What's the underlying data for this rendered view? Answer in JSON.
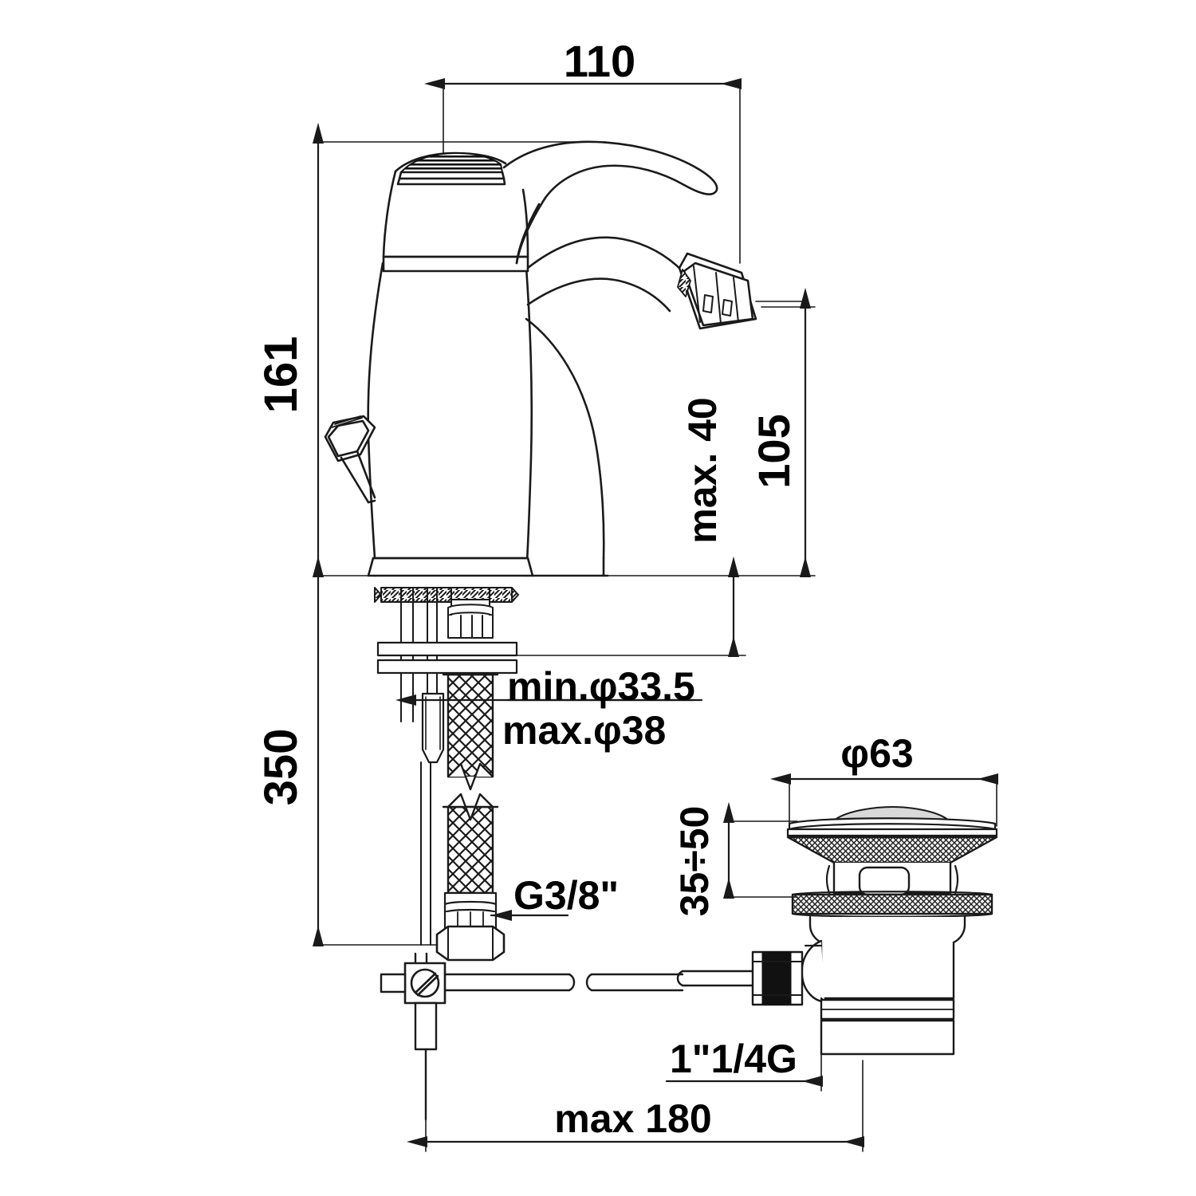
{
  "drawing": {
    "title": "Bidet single-lever mixer with pop-up waste — dimensioned technical drawing",
    "units": "mm",
    "line_color": "#1a1a1a",
    "text_color": "#000000",
    "background": "#ffffff"
  },
  "dimensions": {
    "spout_reach": "110",
    "total_height": "161",
    "spout_height": "105",
    "max_thickness": "max. 40",
    "hose_length": "350",
    "hole_min_dia": "min.φ33.5",
    "hole_max_dia": "max.φ38",
    "hose_thread": "G3/8\"",
    "waste_cap_dia": "φ63",
    "waste_bench_range": "35÷50",
    "waste_thread": "1\"1/4G",
    "rod_max_length": "max 180"
  },
  "labels": [
    {
      "id": "dim-110",
      "text": "110",
      "rotated": false
    },
    {
      "id": "dim-161",
      "text": "161",
      "rotated": true
    },
    {
      "id": "dim-350",
      "text": "350",
      "rotated": true
    },
    {
      "id": "dim-max-40",
      "text": "max. 40",
      "rotated": true
    },
    {
      "id": "dim-105",
      "text": "105",
      "rotated": true
    },
    {
      "id": "dim-min-dia",
      "text": "min.φ33.5",
      "rotated": false
    },
    {
      "id": "dim-max-dia",
      "text": "max.φ38",
      "rotated": false
    },
    {
      "id": "dim-g38",
      "text": "G3/8\"",
      "rotated": false
    },
    {
      "id": "dim-dia63",
      "text": "φ63",
      "rotated": false
    },
    {
      "id": "dim-35-50",
      "text": "35÷50",
      "rotated": true
    },
    {
      "id": "dim-114g",
      "text": "1\"1/4G",
      "rotated": false
    },
    {
      "id": "dim-max180",
      "text": "max 180",
      "rotated": false
    }
  ],
  "parts": [
    {
      "id": "faucet-body",
      "name": "bidet mixer body"
    },
    {
      "id": "lever-handle",
      "name": "curved lever handle"
    },
    {
      "id": "cap-dome",
      "name": "ribbed dome cap"
    },
    {
      "id": "aerator",
      "name": "swivel aerator outlet"
    },
    {
      "id": "pop-up-knob",
      "name": "knurled pop-up lift knob"
    },
    {
      "id": "mounting-hardware",
      "name": "washer, gasket and fixing nut"
    },
    {
      "id": "flex-hose-left",
      "name": "braided flexible hose"
    },
    {
      "id": "flex-hose-right",
      "name": "braided flexible hose"
    },
    {
      "id": "hose-nut",
      "name": "hexagon hose connection nut"
    },
    {
      "id": "waste-cap",
      "name": "pop-up waste cap"
    },
    {
      "id": "waste-body",
      "name": "pop-up waste body"
    },
    {
      "id": "waste-tailpiece",
      "name": "threaded tailpiece"
    },
    {
      "id": "lift-rod",
      "name": "lift rod with clevis screw"
    }
  ]
}
